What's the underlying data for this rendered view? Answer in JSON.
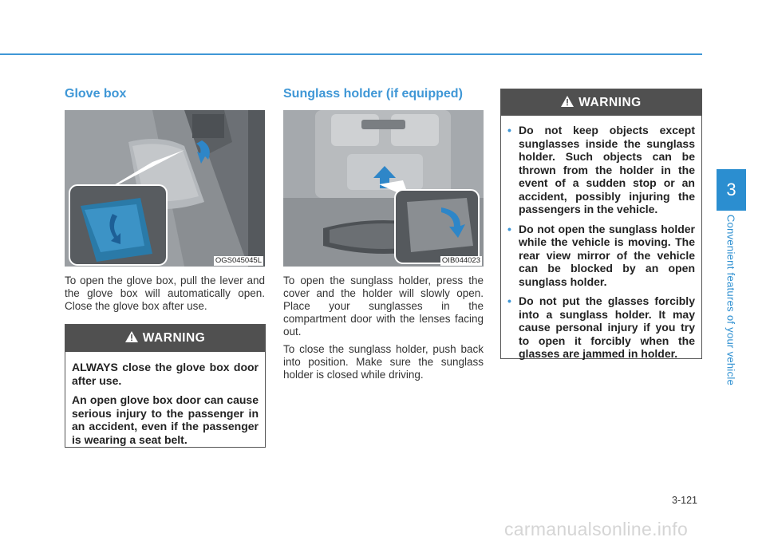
{
  "glove_box": {
    "heading": "Glove box",
    "image_code": "OGS045045L",
    "body": "To open the glove box, pull the lever and the glove box will automatically open. Close the glove box after use.",
    "warning": {
      "title": "WARNING",
      "paragraphs": [
        "ALWAYS close the glove box door after use.",
        "An open glove box door can cause serious injury to the passenger in an accident, even if the passenger is wearing a seat belt."
      ]
    }
  },
  "sunglass_holder": {
    "heading": "Sunglass holder (if equipped)",
    "image_code": "OIB044023",
    "body": [
      "To open the sunglass holder, press the cover and the holder will slowly open. Place your sunglasses in the compartment door with the lenses facing out.",
      "To close the sunglass holder, push back into position. Make sure the sunglass holder is closed while driving."
    ],
    "warning": {
      "title": "WARNING",
      "bullets": [
        "Do not keep objects except sunglasses inside the sunglass holder. Such objects can be thrown from the holder in the event of a sudden stop or an accident, possibly injuring the passengers in the vehicle.",
        "Do not open the sunglass holder while the vehicle is moving. The rear view mirror of the vehicle can be blocked by an open sunglass holder.",
        "Do not put the glasses forcibly into a sunglass holder. It may cause personal injury if you try to open it forcibly when the glasses are jammed in holder."
      ]
    }
  },
  "chapter": {
    "number": "3",
    "title": "Convenient features of your vehicle"
  },
  "page_number": "3-121",
  "footer_watermark": "carmanualsonline.info",
  "colors": {
    "accent": "#3f97d6",
    "warning_header": "#505050"
  },
  "icons": {
    "warning": "warning-triangle-icon",
    "arrow": "blue-arrow-icon"
  }
}
